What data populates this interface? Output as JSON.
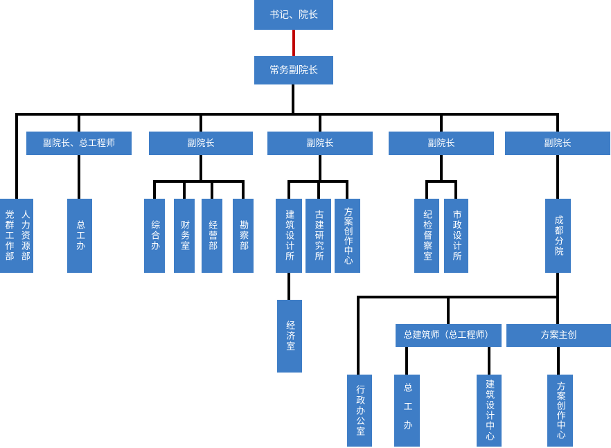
{
  "diagram": {
    "type": "org-chart",
    "colors": {
      "box_fill": "#3E7DC6",
      "text": "#FFFFFF",
      "connector": "#000000",
      "special_connector": "#C00000"
    },
    "nodes": {
      "secretary_dean": "书记、院长",
      "executive_vice_dean": "常务副院长",
      "vice_dean_chief_engineer": "副院长、总工程师",
      "vice_dean_2": "副院长",
      "vice_dean_3": "副院长",
      "vice_dean_4": "副院长",
      "vice_dean_5": "副院长",
      "party_mass_work_dept": "党群工作部",
      "human_resources_dept": "人力资源部",
      "chief_engineer_office": "总工办",
      "general_affairs_office": "综合办",
      "finance_office": "财务室",
      "business_dept": "经营部",
      "survey_dept": "勘察部",
      "architectural_design_institute": "建筑设计所",
      "ancient_architecture_research_institute": "古建研究所",
      "scheme_creation_center": "方案创作中心",
      "discipline_inspection_office": "纪检督察室",
      "municipal_design_institute": "市政设计所",
      "chengdu_branch": "成都分院",
      "economy_office": "经济室",
      "chief_architect": "总建筑师（总工程师）",
      "scheme_lead": "方案主创",
      "administrative_office": "行政办公室",
      "branch_chief_engineer_office": "总工办",
      "architectural_design_center": "建筑设计中心",
      "branch_scheme_creation_center": "方案创作中心"
    }
  }
}
